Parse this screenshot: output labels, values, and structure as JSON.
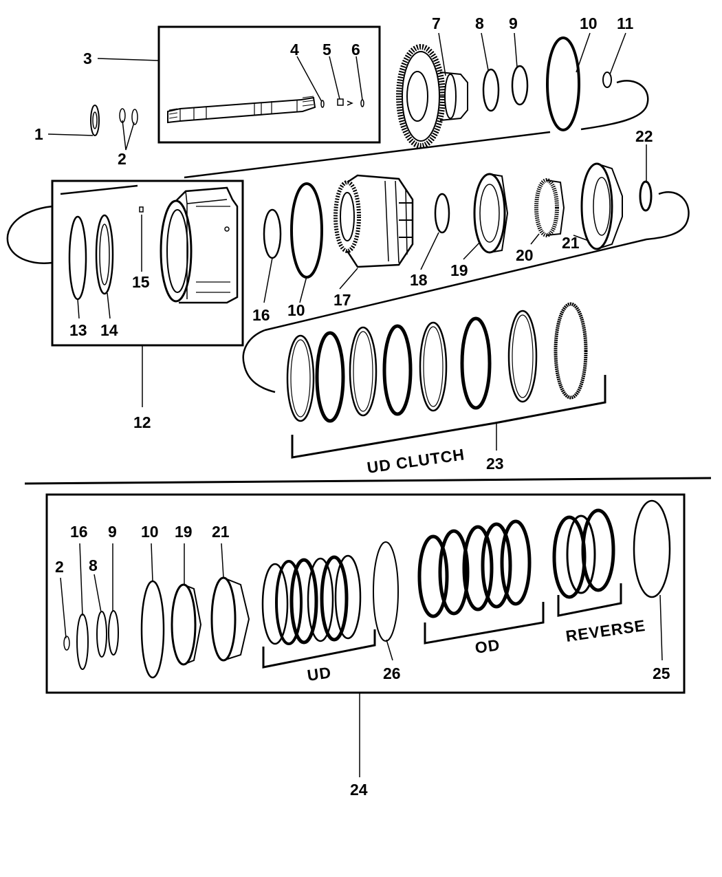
{
  "callouts": {
    "c1": "1",
    "c2": "2",
    "c3": "3",
    "c4": "4",
    "c5": "5",
    "c6": "6",
    "c7": "7",
    "c8": "8",
    "c9": "9",
    "c10": "10",
    "c11": "11",
    "c12": "12",
    "c13": "13",
    "c14": "14",
    "c15": "15",
    "c16": "16",
    "c10b": "10",
    "c17": "17",
    "c18": "18",
    "c19": "19",
    "c20": "20",
    "c21": "21",
    "c22": "22",
    "c23": "23",
    "k2": "2",
    "k16": "16",
    "k8": "8",
    "k9": "9",
    "k10": "10",
    "k19": "19",
    "k21": "21",
    "k26": "26",
    "k25": "25",
    "c24": "24"
  },
  "group_labels": {
    "ud_clutch": "UD  CLUTCH",
    "ud": "UD",
    "od": "OD",
    "reverse": "REVERSE"
  }
}
